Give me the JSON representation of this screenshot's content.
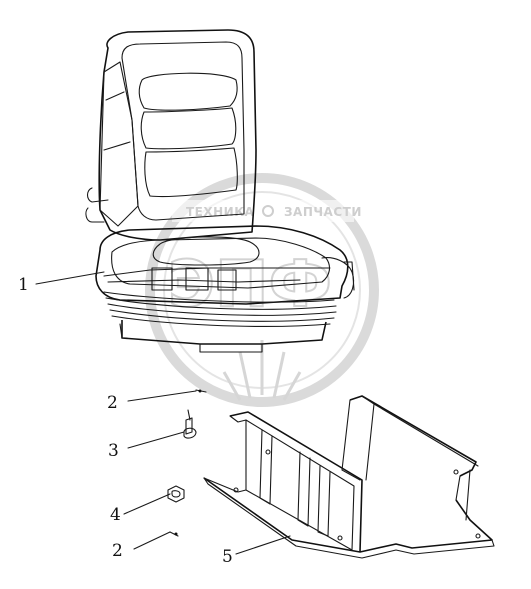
{
  "watermark": {
    "line1": "ТЕХНИКА",
    "line2": "ЗАПЧАСТИ",
    "letters": "ЭПФ",
    "color": "#c9c9c9"
  },
  "callouts": [
    {
      "id": "seat",
      "label": "1"
    },
    {
      "id": "bolt-upper",
      "label": "2"
    },
    {
      "id": "washer",
      "label": "3"
    },
    {
      "id": "nut",
      "label": "4"
    },
    {
      "id": "bolt-lower",
      "label": "2"
    },
    {
      "id": "bracket",
      "label": "5"
    }
  ],
  "colors": {
    "line": "#1a1a1a",
    "background": "#ffffff"
  }
}
